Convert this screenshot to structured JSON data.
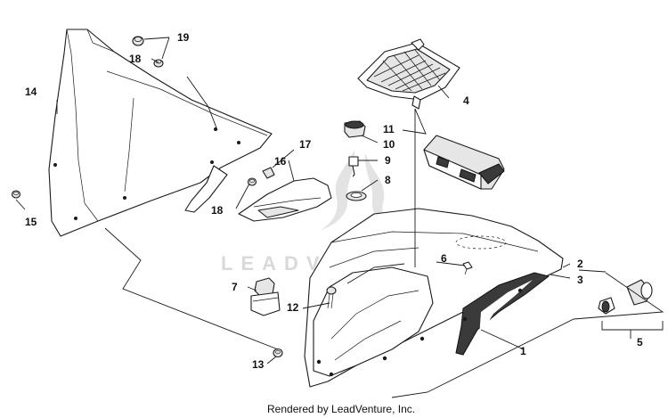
{
  "watermark": "LEADVENTURE",
  "footer": "Rendered by LeadVenture, Inc.",
  "callouts": {
    "c1": "1",
    "c2": "2",
    "c3": "3",
    "c4": "4",
    "c5": "5",
    "c6": "6",
    "c7": "7",
    "c8": "8",
    "c9": "9",
    "c10": "10",
    "c11": "11",
    "c12": "12",
    "c13": "13",
    "c14": "14",
    "c15": "15",
    "c16": "16",
    "c17": "17",
    "c18a": "18",
    "c18b": "18",
    "c19": "19"
  }
}
